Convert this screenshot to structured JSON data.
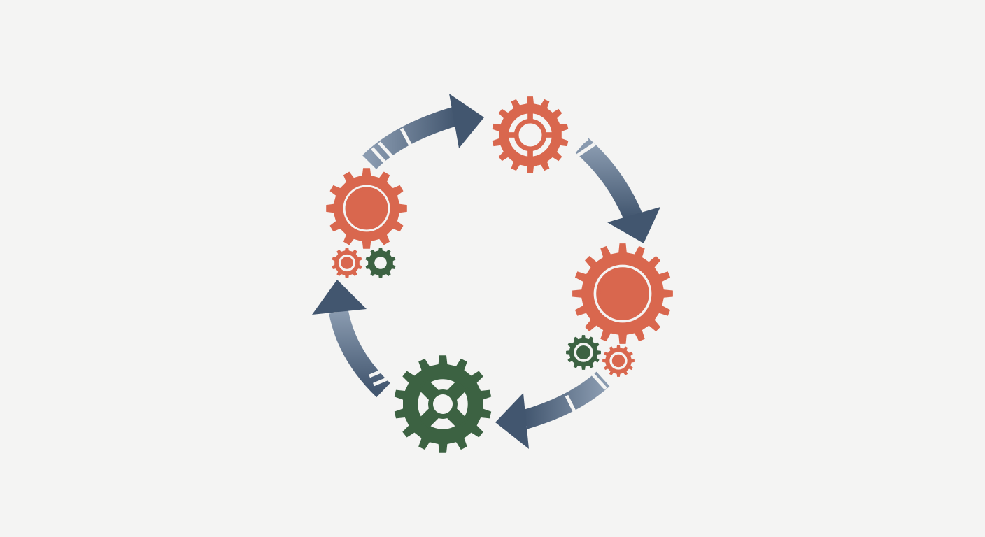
{
  "diagram": {
    "kind": "cycle",
    "background": "#f4f4f3",
    "colors": {
      "gear_orange": "#d9674e",
      "gear_green": "#3c6242",
      "arrow_dark": "#42566f",
      "arrow_light": "#8a9bb0",
      "highlight": "#f4f4f3"
    },
    "stages": [
      {
        "id": "stage-top-right",
        "icon": "gear-icon",
        "color": "orange"
      },
      {
        "id": "stage-right",
        "icon": "gear-icon",
        "color": "orange",
        "extras": [
          "small-green-gear-icon",
          "small-orange-gear-icon"
        ]
      },
      {
        "id": "stage-bottom",
        "icon": "gear-icon",
        "color": "green"
      },
      {
        "id": "stage-left",
        "icon": "gear-icon",
        "color": "orange",
        "extras": [
          "small-orange-gear-icon",
          "small-green-gear-icon"
        ]
      }
    ],
    "arrows": [
      {
        "id": "arrow-top",
        "direction": "clockwise"
      },
      {
        "id": "arrow-right",
        "direction": "clockwise"
      },
      {
        "id": "arrow-bottom",
        "direction": "clockwise"
      },
      {
        "id": "arrow-left",
        "direction": "clockwise"
      }
    ]
  }
}
